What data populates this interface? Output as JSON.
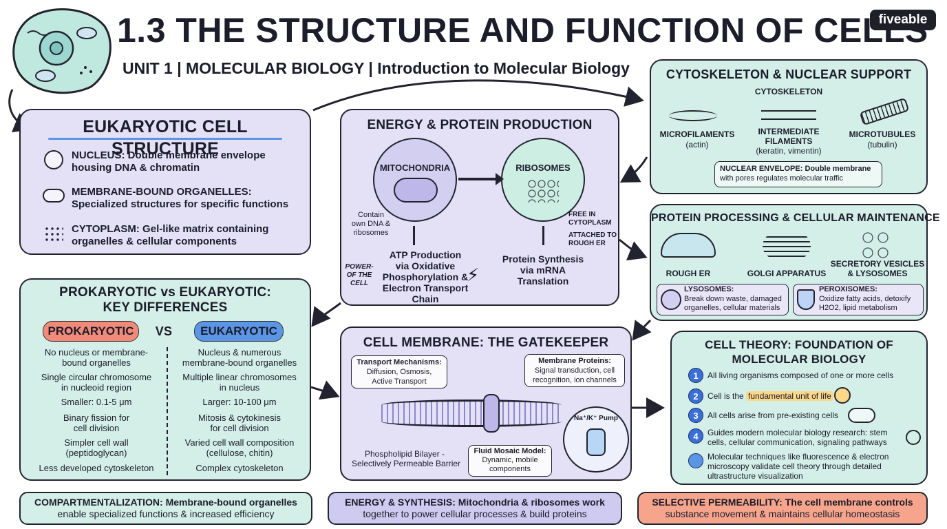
{
  "header": {
    "title": "1.3 THE STRUCTURE AND FUNCTION OF CELLS",
    "subtitle": "UNIT 1 | MOLECULAR BIOLOGY | Introduction to Molecular Biology",
    "brand": "fiveable"
  },
  "eukaryotic": {
    "title": "EUKARYOTIC CELL STRUCTURE",
    "items": [
      {
        "line1": "NUCLEUS: Double membrane envelope",
        "line2": "housing DNA & chromatin"
      },
      {
        "line1": "MEMBRANE-BOUND ORGANELLES:",
        "line2": "Specialized structures for specific functions"
      },
      {
        "line1": "CYTOPLASM: Gel-like matrix containing",
        "line2": "organelles & cellular components"
      }
    ]
  },
  "energy": {
    "title": "ENERGY & PROTEIN PRODUCTION",
    "mito_label": "MITOCHONDRIA",
    "ribo_label": "RIBOSOMES",
    "mito_note": [
      "Contain",
      "own DNA &",
      "ribosomes"
    ],
    "ribo_note1": [
      "FREE IN",
      "CYTOPLASM"
    ],
    "ribo_note2": [
      "ATTACHED TO",
      "ROUGH ER"
    ],
    "power_note": [
      "POWER-",
      "OF THE",
      "CELL"
    ],
    "atp": [
      "ATP Production",
      "via Oxidative",
      "Phosphorylation &",
      "Electron Transport",
      "Chain"
    ],
    "protein": [
      "Protein Synthesis",
      "via mRNA",
      "Translation"
    ]
  },
  "cytoskeleton": {
    "title": "CYTOSKELETON & NUCLEAR SUPPORT",
    "root": "CYTOSKELETON",
    "micro_f": [
      "MICROFILAMENTS",
      "(actin)"
    ],
    "inter_f": [
      "INTERMEDIATE",
      "FILAMENTS",
      "(keratin, vimentin)"
    ],
    "micro_t": [
      "MICROTUBULES",
      "(tubulin)"
    ],
    "nuclear": [
      "NUCLEAR ENVELOPE: Double membrane",
      "with pores regulates molecular traffic"
    ]
  },
  "processing": {
    "title": "PROTEIN PROCESSING & CELLULAR MAINTENANCE",
    "rough_er": "ROUGH ER",
    "golgi": "GOLGI APPARATUS",
    "vesicles": [
      "SECRETORY VESICLES",
      "& LYSOSOMES"
    ],
    "lysosomes": [
      "LYSOSOMES:",
      "Break down waste, damaged",
      "organelles, cellular materials"
    ],
    "peroxisomes": [
      "PEROXISOMES:",
      "Oxidize fatty acids, detoxify",
      "H2O2, lipid metabolism"
    ]
  },
  "compare": {
    "title": [
      "PROKARYOTIC vs EUKARYOTIC:",
      "KEY DIFFERENCES"
    ],
    "pro_label": "PROKARYOTIC",
    "vs": "VS",
    "eu_label": "EUKARYOTIC",
    "pro": [
      [
        "No nucleus or membrane-",
        "bound organelles"
      ],
      [
        "Single circular chromosome",
        "in nucleoid region"
      ],
      [
        "Smaller: 0.1-5 μm"
      ],
      [
        "Binary fission for",
        "cell division"
      ],
      [
        "Simpler cell wall",
        "(peptidoglycan)"
      ],
      [
        "Less developed cytoskeleton"
      ]
    ],
    "eu": [
      [
        "Nucleus & numerous",
        "membrane-bound organelles"
      ],
      [
        "Multiple linear chromosomes",
        "in nucleus"
      ],
      [
        "Larger: 10-100 μm"
      ],
      [
        "Mitosis & cytokinesis",
        "for cell division"
      ],
      [
        "Varied cell wall composition",
        "(cellulose, chitin)"
      ],
      [
        "Complex cytoskeleton"
      ]
    ]
  },
  "membrane": {
    "title": "CELL MEMBRANE: THE GATEKEEPER",
    "transport": [
      "Transport Mechanisms:",
      "Diffusion, Osmosis,",
      "Active Transport"
    ],
    "proteins": [
      "Membrane Proteins:",
      "Signal transduction, cell",
      "recognition, ion channels"
    ],
    "bilayer": [
      "Phospholipid Bilayer -",
      "Selectively Permeable Barrier"
    ],
    "fluid": [
      "Fluid Mosaic Model:",
      "Dynamic, mobile",
      "components"
    ],
    "pump": "Na⁺/K⁺ Pump"
  },
  "theory": {
    "title": [
      "CELL THEORY: FOUNDATION OF",
      "MOLECULAR BIOLOGY"
    ],
    "items": [
      {
        "n": "1",
        "lines": [
          "All living organisms composed of one or more cells"
        ]
      },
      {
        "n": "2",
        "pre": "Cell is the ",
        "hl": "fundamental unit of life"
      },
      {
        "n": "3",
        "lines": [
          "All cells arise from pre-existing cells"
        ]
      },
      {
        "n": "4",
        "lines": [
          "Guides modern molecular biology research: stem",
          "cells, cellular communication, signaling pathways"
        ]
      },
      {
        "n": "",
        "lines": [
          "Molecular techniques like fluorescence & electron",
          "microscopy validate cell theory through detailed",
          "ultrastructure visualization"
        ]
      }
    ]
  },
  "footer": {
    "left": [
      "COMPARTMENTALIZATION: Membrane-bound organelles",
      "enable specialized functions & increased efficiency"
    ],
    "mid": [
      "ENERGY & SYNTHESIS: Mitochondria & ribosomes work",
      "together to power cellular processes & build proteins"
    ],
    "right": [
      "SELECTIVE PERMEABILITY: The cell membrane controls",
      "substance movement & maintains cellular homeostasis"
    ]
  },
  "colors": {
    "lavender": "#e4e1f6",
    "teal": "#d3efe8",
    "salmon": "#f6a58c",
    "pro_pill": "#f28a7a",
    "eu_pill": "#5b95e6",
    "number_blue": "#3b6fd8",
    "highlight": "#fbd88a"
  }
}
